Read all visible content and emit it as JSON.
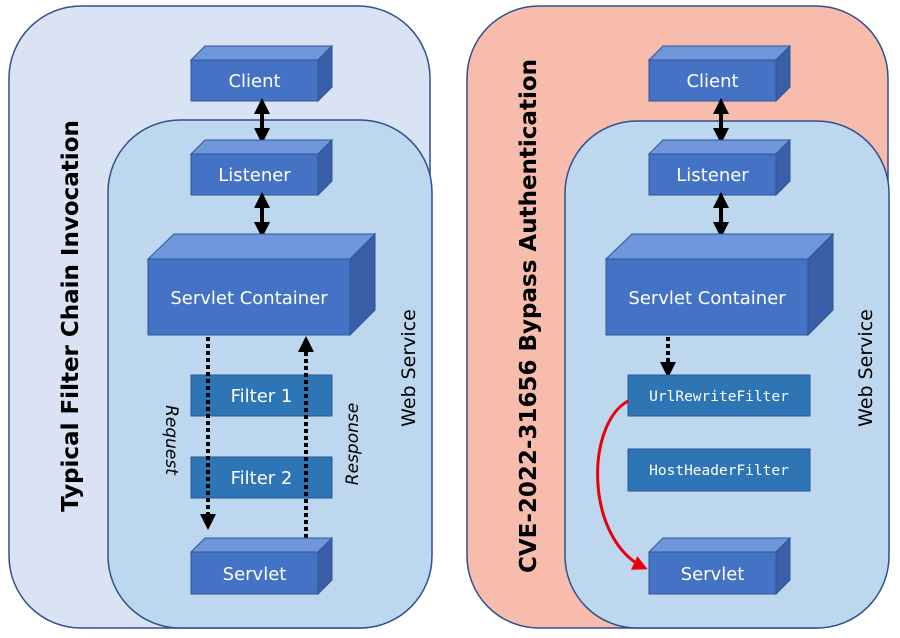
{
  "panels": {
    "left": {
      "title": "Typical Filter Chain Invocation",
      "container_label": "Web Service",
      "nodes": {
        "client": "Client",
        "listener": "Listener",
        "servlet_container": "Servlet Container",
        "filter1": "Filter 1",
        "filter2": "Filter 2",
        "servlet": "Servlet"
      },
      "flow_labels": {
        "request": "Request",
        "response": "Response"
      }
    },
    "right": {
      "title": "CVE-2022-31656 Bypass Authentication",
      "container_label": "Web Service",
      "nodes": {
        "client": "Client",
        "listener": "Listener",
        "servlet_container": "Servlet Container",
        "filter1": "UrlRewriteFilter",
        "filter2": "HostHeaderFilter",
        "servlet": "Servlet"
      }
    }
  },
  "colors": {
    "left_panel_bg": "#dae3f3",
    "right_panel_bg": "#f8bcac",
    "web_service_bg": "#bdd7ee",
    "panel_border": "#2f4f8f",
    "box_front": "#4472c4",
    "box_top": "#6f97db",
    "box_side": "#3a5fa8",
    "filter_fill": "#2e75b6",
    "bypass_arrow": "#e8000b"
  }
}
